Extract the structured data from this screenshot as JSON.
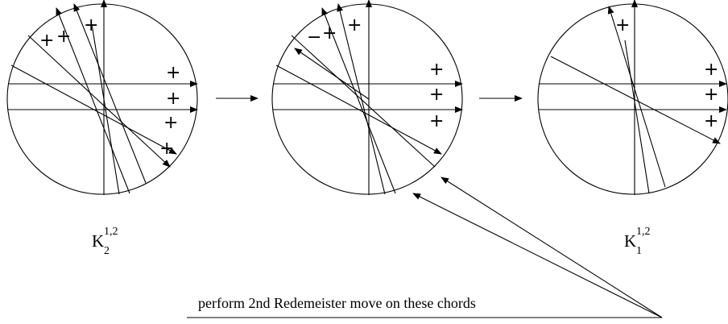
{
  "diagrams": [
    {
      "id": "left",
      "label": {
        "main": "K",
        "sup": "1,2",
        "sub": "2"
      },
      "signs": [
        "+",
        "+",
        "+",
        "+",
        "+",
        "+",
        "+"
      ]
    },
    {
      "id": "middle",
      "signs": [
        "−",
        "+",
        "+",
        "+",
        "+",
        "+"
      ]
    },
    {
      "id": "right",
      "label": {
        "main": "K",
        "sup": "1,2",
        "sub": "1"
      },
      "signs": [
        "+",
        "+",
        "+",
        "+"
      ]
    }
  ],
  "caption": "perform 2nd Redemeister move on these chords"
}
